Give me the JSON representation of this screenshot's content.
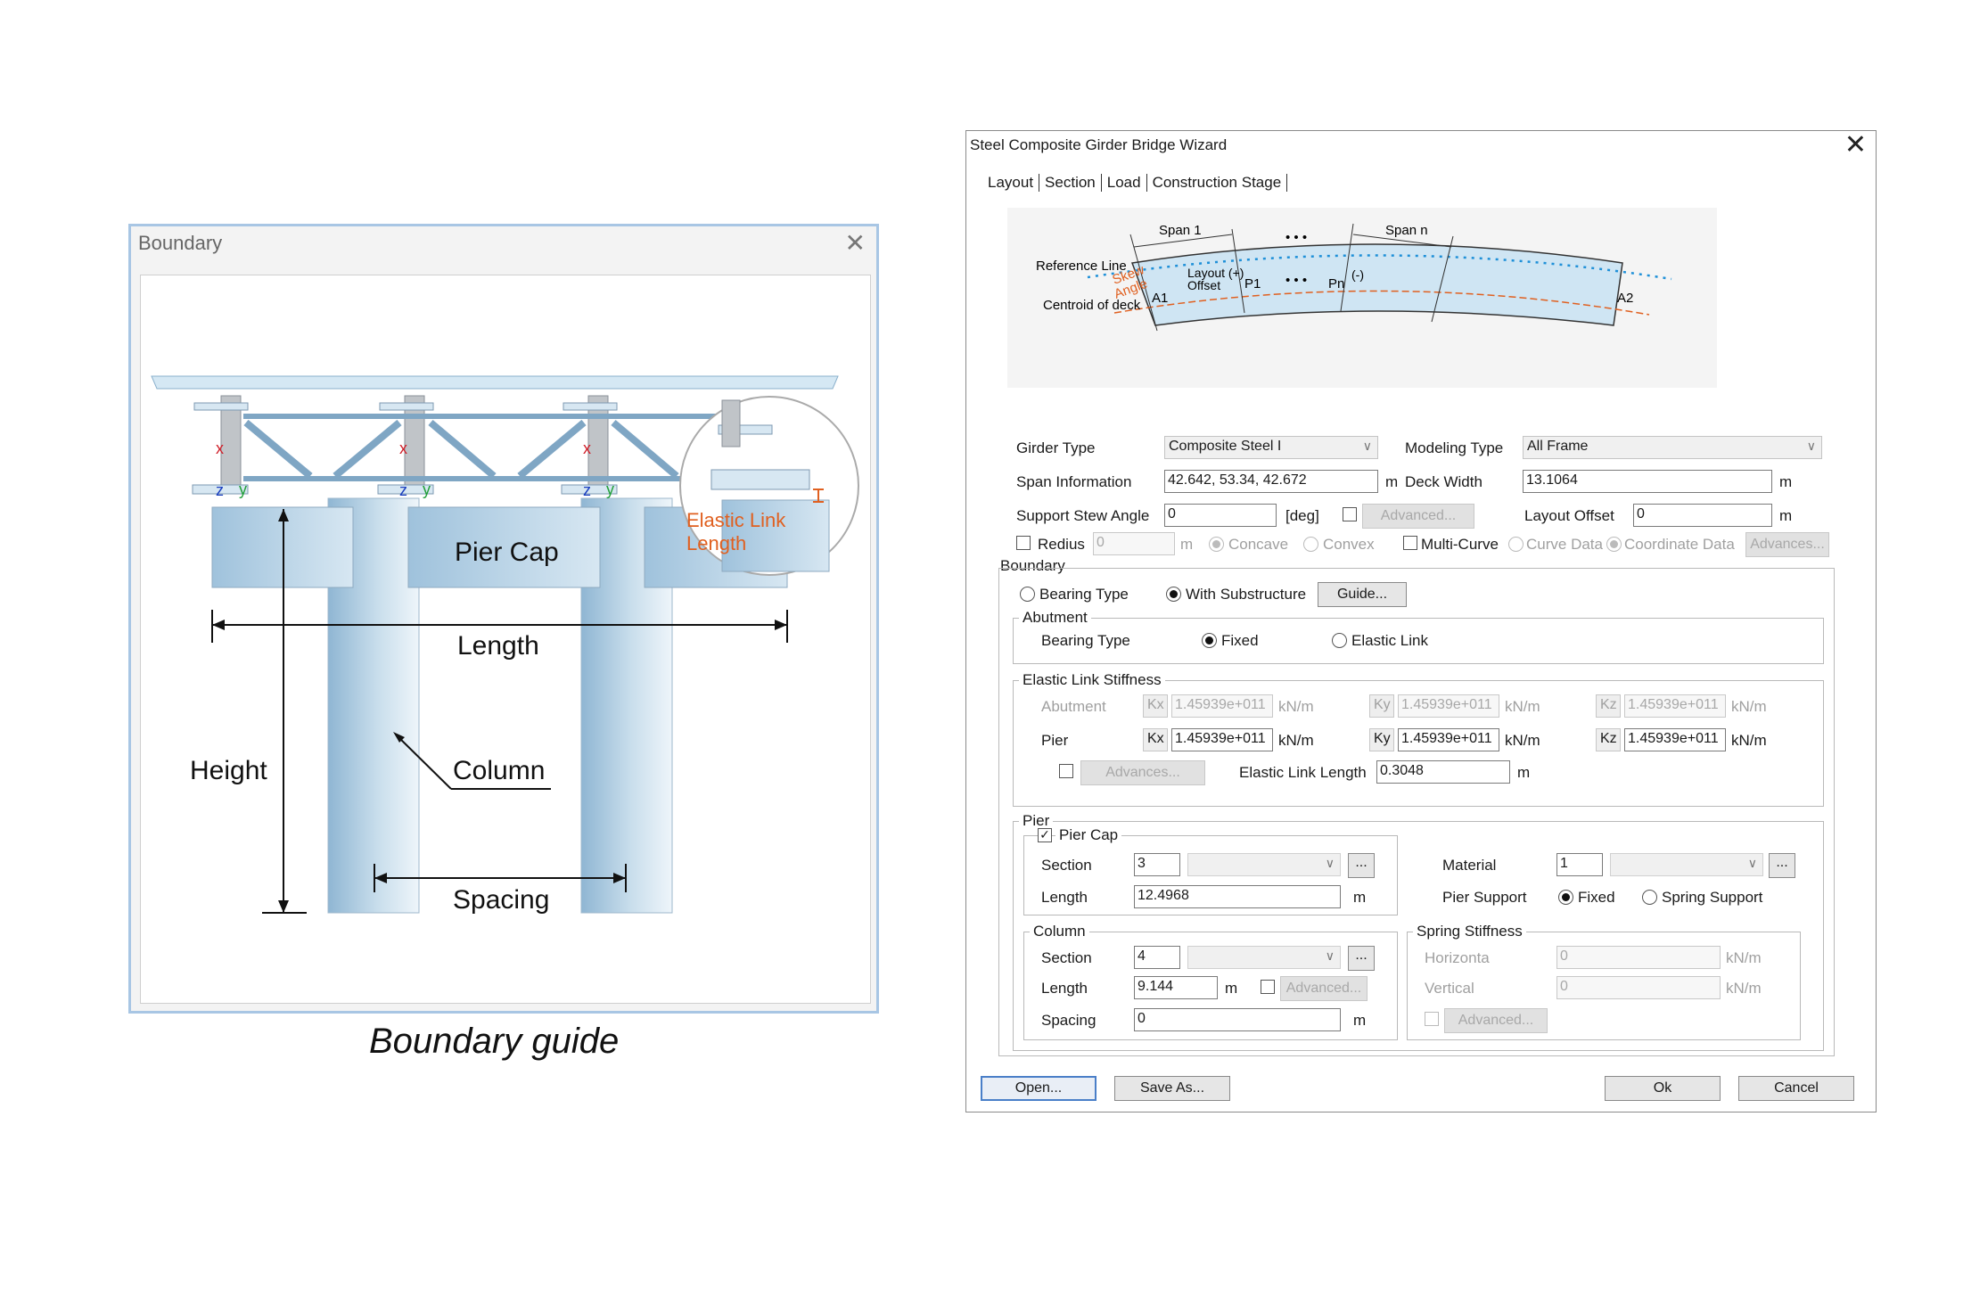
{
  "guide": {
    "window_title": "Boundary",
    "caption": "Boundary guide",
    "labels": {
      "pier_cap": "Pier Cap",
      "length": "Length",
      "height": "Height",
      "column": "Column",
      "spacing": "Spacing",
      "elastic_link_1": "Elastic Link",
      "elastic_link_2": "Length",
      "axis_x": "x",
      "axis_y": "y",
      "axis_z": "z"
    }
  },
  "dialog": {
    "title": "Steel Composite Girder Bridge Wizard",
    "tabs": [
      "Layout",
      "Section",
      "Load",
      "Construction Stage"
    ],
    "figure": {
      "span1": "Span 1",
      "dots": "• • •",
      "spann": "Span n",
      "reference_line": "Reference Line",
      "skew": "Skew",
      "angle": "Angle",
      "layout": "Layout (+)",
      "offset": "Offset",
      "minus": "(-)",
      "p1": "P1",
      "pn": "Pn",
      "a1": "A1",
      "a2": "A2",
      "centroid": "Centroid of deck"
    },
    "girder_type": {
      "label": "Girder Type",
      "value": "Composite Steel I"
    },
    "modeling_type": {
      "label": "Modeling Type",
      "value": "All Frame"
    },
    "span_info": {
      "label": "Span Information",
      "value": "42.642, 53.34, 42.672",
      "unit": "m"
    },
    "deck_width": {
      "label": "Deck Width",
      "value": "13.1064",
      "unit": "m"
    },
    "support_skew": {
      "label": "Support Stew Angle",
      "value": "0",
      "unit": "[deg]",
      "advanced": "Advanced..."
    },
    "layout_offset": {
      "label": "Layout Offset",
      "value": "0",
      "unit": "m"
    },
    "radius": {
      "label": "Redius",
      "value": "0",
      "unit": "m",
      "concave": "Concave",
      "convex": "Convex"
    },
    "multi_curve": {
      "label": "Multi-Curve",
      "curve_data": "Curve Data",
      "coordinate_data": "Coordinate Data",
      "advances": "Advances..."
    },
    "boundary": {
      "title": "Boundary",
      "bearing_type": "Bearing Type",
      "with_substructure": "With Substructure",
      "guide": "Guide..."
    },
    "abutment": {
      "title": "Abutment",
      "bearing_type": "Bearing Type",
      "fixed": "Fixed",
      "elastic_link": "Elastic Link"
    },
    "elastic_stiffness": {
      "title": "Elastic Link Stiffness",
      "abutment": "Abutment",
      "pier": "Pier",
      "kx": "Kx",
      "ky": "Ky",
      "kz": "Kz",
      "value": "1.45939e+011",
      "unit": "kN/m",
      "advances": "Advances...",
      "link_length_label": "Elastic Link Length",
      "link_length": "0.3048",
      "link_length_unit": "m"
    },
    "pier": {
      "title": "Pier",
      "pier_cap": "Pier Cap",
      "section_label": "Section",
      "section_value": "3",
      "length_label": "Length",
      "length_value": "12.4968",
      "unit": "m",
      "material_label": "Material",
      "material_value": "1",
      "pier_support": "Pier Support",
      "fixed": "Fixed",
      "spring_support": "Spring Support",
      "dots": "..."
    },
    "column": {
      "title": "Column",
      "section_label": "Section",
      "section_value": "4",
      "length_label": "Length",
      "length_value": "9.144",
      "spacing_label": "Spacing",
      "spacing_value": "0",
      "unit": "m",
      "advanced": "Advanced..."
    },
    "spring": {
      "title": "Spring Stiffness",
      "horizontal": "Horizonta",
      "vertical": "Vertical",
      "value": "0",
      "unit": "kN/m",
      "advanced": "Advanced..."
    },
    "buttons": {
      "open": "Open...",
      "save_as": "Save As...",
      "ok": "Ok",
      "cancel": "Cancel"
    }
  }
}
